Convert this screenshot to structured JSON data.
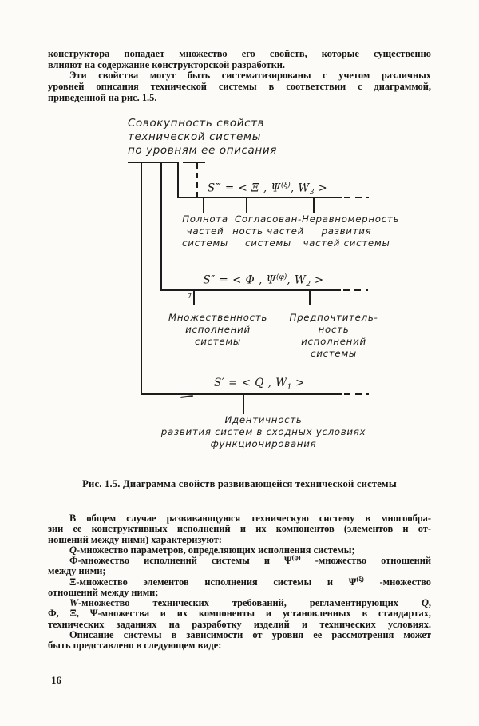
{
  "colors": {
    "paper": "#fcfbf7",
    "ink": "#1c1c1c"
  },
  "page": {
    "number": "16"
  },
  "intro": {
    "lines": [
      "конструктора попадает множество его свойств, которые существенно",
      "влияют на содержание конструкторской разработки.",
      "Эти свойства могут быть систематизированы с учетом различных",
      "уровней описания технической системы в соответствии с диаграммой,",
      "приведенной на рис. 1.5."
    ]
  },
  "figure": {
    "heading": [
      "Совокупность свойств",
      "технической системы",
      "по уровням ее описания"
    ],
    "s3": {
      "formula": {
        "pre": "S‴ = < Ξ , Ψ",
        "sup": "(ξ)",
        "mid": ", W",
        "sub": "3",
        "post": " >"
      },
      "labels": [
        {
          "lines": [
            "Полнота",
            "частей",
            "системы"
          ]
        },
        {
          "lines": [
            "Согласован-",
            "ность частей",
            "системы"
          ]
        },
        {
          "lines": [
            "Неравномерность",
            "развития",
            "частей системы"
          ]
        }
      ]
    },
    "s2": {
      "formula": {
        "pre": "S″ = < Φ , Ψ",
        "sup": "(φ)",
        "mid": ", W",
        "sub": "2",
        "post": " >"
      },
      "artifact_mark": "7",
      "labels": [
        {
          "lines": [
            "Множественность",
            "исполнений",
            "системы"
          ]
        },
        {
          "lines": [
            "Предпочтитель-",
            "ность исполнений",
            "системы"
          ]
        }
      ]
    },
    "s1": {
      "formula": {
        "pre": "S′ = < Q , W",
        "sub": "1",
        "post": " >"
      },
      "labels": [
        {
          "lines": [
            "Идентичность",
            "развития систем в сходных условиях",
            "функционирования"
          ]
        }
      ]
    },
    "caption": "Рис. 1.5. Диаграмма свойств развивающейся технической системы"
  },
  "body": {
    "l1": "В общем случае развивающуюся техническую систему в многообра-",
    "l2": "зии ее конструктивных исполнений и их компонентов (элементов и от-",
    "l3": "ношений между ними) характеризуют:",
    "l4": {
      "q": "Q",
      "rest": "-множество параметров, определяющих исполнения системы;"
    },
    "l5": {
      "pre": "Ф-множество исполнений системы и Ψ",
      "sup": "(φ)",
      "post": " -множество отношений"
    },
    "l6": "между ними;",
    "l7": {
      "pre": "Ξ-множество элементов исполнения системы и Ψ",
      "sup": "(ξ)",
      "post": " -множество"
    },
    "l8": "отношений между ними;",
    "l9": {
      "w": "W",
      "rest": "-множество технических требований, регламентирующих ",
      "q": "Q",
      "comma": ","
    },
    "l10": "Ф, Ξ, Ψ-множества и их компоненты и установленных в стандартах,",
    "l11": "технических заданиях на разработку изделий и технических условиях.",
    "l12": "Описание системы в зависимости от уровня ее рассмотрения может",
    "l13": "быть представлено в следующем виде:"
  }
}
